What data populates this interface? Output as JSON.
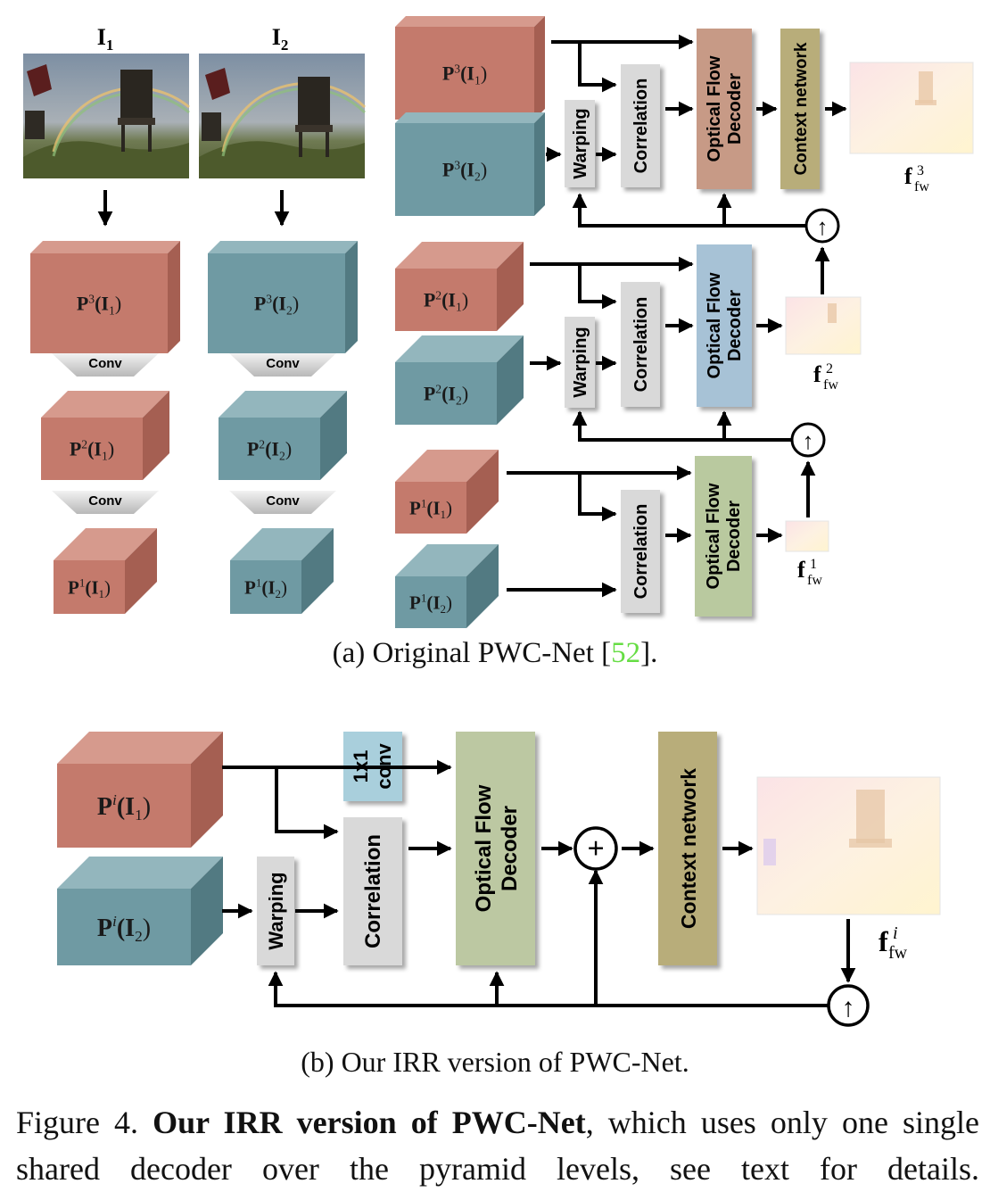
{
  "part_a": {
    "image_labels": [
      "I",
      "I"
    ],
    "image_label_subs": [
      "1",
      "2"
    ],
    "conv_label": "Conv",
    "level_labels": {
      "P3I1": {
        "pre": "P",
        "sup": "3",
        "mid": "(I",
        "sub": "1",
        "post": ")"
      },
      "P3I2": {
        "pre": "P",
        "sup": "3",
        "mid": "(I",
        "sub": "2",
        "post": ")"
      },
      "P2I1": {
        "pre": "P",
        "sup": "2",
        "mid": "(I",
        "sub": "1",
        "post": ")"
      },
      "P2I2": {
        "pre": "P",
        "sup": "2",
        "mid": "(I",
        "sub": "2",
        "post": ")"
      },
      "P1I1": {
        "pre": "P",
        "sup": "1",
        "mid": "(I",
        "sub": "1",
        "post": ")"
      },
      "P1I2": {
        "pre": "P",
        "sup": "1",
        "mid": "(I",
        "sub": "2",
        "post": ")"
      }
    },
    "blocks": {
      "warping": "Warping",
      "correlation": "Correlation",
      "decoder_line1": "Optical Flow",
      "decoder_line2": "Decoder",
      "context": "Context network",
      "upsample": "↑"
    },
    "flow_labels": [
      {
        "base": "f",
        "sup": "3",
        "sub": "fw"
      },
      {
        "base": "f",
        "sup": "2",
        "sub": "fw"
      },
      {
        "base": "f",
        "sup": "1",
        "sub": "fw"
      }
    ],
    "caption_pre": "(a) Original PWC-Net [",
    "caption_ref": "52",
    "caption_post": "]."
  },
  "part_b": {
    "level_labels": {
      "PiI1": {
        "pre": "P",
        "sup": "i",
        "mid": "(I",
        "sub": "1",
        "post": ")"
      },
      "PiI2": {
        "pre": "P",
        "sup": "i",
        "mid": "(I",
        "sub": "2",
        "post": ")"
      }
    },
    "conv1x1_line1": "1x1",
    "conv1x1_line2": "conv",
    "warping": "Warping",
    "correlation": "Correlation",
    "decoder_line1": "Optical Flow",
    "decoder_line2": "Decoder",
    "plus": "+",
    "context": "Context network",
    "upsample": "↑",
    "flow_label": {
      "base": "f",
      "sup": "i",
      "sub": "fw"
    },
    "caption": "(b) Our IRR version of PWC-Net."
  },
  "figure_caption": {
    "prefix": "Figure 4.  ",
    "bold": "Our IRR version of PWC-Net",
    "rest": ", which uses only one single shared decoder over the pyramid levels, see text for details."
  },
  "colors": {
    "red_front": "#c47a6c",
    "red_top": "#d69a8d",
    "red_side": "#a55f52",
    "teal_front": "#6f9aa3",
    "teal_top": "#93b6bd",
    "teal_side": "#527a82",
    "warp_box": "#d9d9d9",
    "corr_box": "#d9d9d9",
    "decoder_brown": "#c79a86",
    "decoder_blue": "#a7c2d6",
    "decoder_green": "#b9c99f",
    "decoder_olive": "#bcc8a2",
    "context_khaki": "#b8ad7a",
    "conv1x1_blue": "#a9cfdc",
    "ref_green": "#66dd44"
  }
}
